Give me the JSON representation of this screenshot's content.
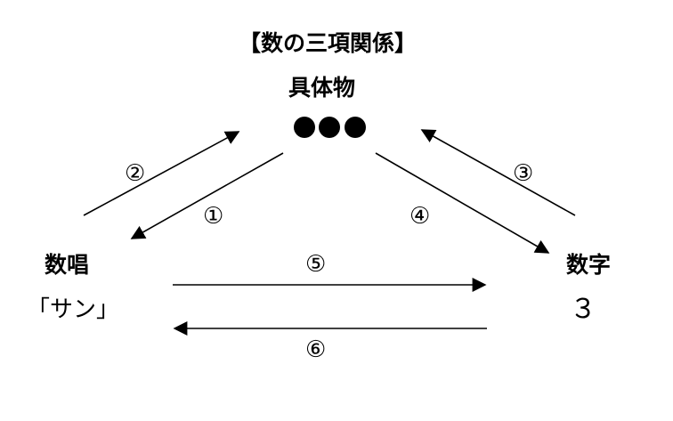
{
  "diagram": {
    "title": "【数の三項関係】",
    "nodes": {
      "concrete": {
        "label": "具体物",
        "dot_count": 3
      },
      "counting": {
        "label": "数唱",
        "value": "「サン」"
      },
      "numeral": {
        "label": "数字",
        "value": "３"
      }
    },
    "edges": [
      {
        "id": "1",
        "label": "①",
        "from": "concrete",
        "to": "counting"
      },
      {
        "id": "2",
        "label": "②",
        "from": "counting",
        "to": "concrete"
      },
      {
        "id": "3",
        "label": "③",
        "from": "numeral",
        "to": "concrete"
      },
      {
        "id": "4",
        "label": "④",
        "from": "concrete",
        "to": "numeral"
      },
      {
        "id": "5",
        "label": "⑤",
        "from": "counting",
        "to": "numeral"
      },
      {
        "id": "6",
        "label": "⑥",
        "from": "numeral",
        "to": "counting"
      }
    ],
    "colors": {
      "ink": "#000000",
      "background": "#ffffff"
    }
  }
}
